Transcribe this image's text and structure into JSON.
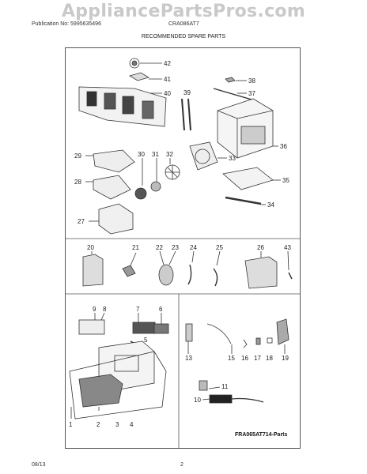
{
  "watermark": "AppliancePartsPros.com",
  "header": {
    "publication": "Publication No: 5995635496",
    "model": "CRA086AT7",
    "title": "RECOMMENDED SPARE PARTS"
  },
  "callouts": {
    "p1": "1",
    "p2": "2",
    "p3": "3",
    "p4": "4",
    "p5": "5",
    "p6": "6",
    "p7": "7",
    "p8": "8",
    "p9": "9",
    "p10": "10",
    "p11": "11",
    "p13": "13",
    "p15": "15",
    "p16": "16",
    "p17": "17",
    "p18": "18",
    "p19": "19",
    "p20": "20",
    "p21": "21",
    "p22": "22",
    "p23": "23",
    "p24": "24",
    "p25": "25",
    "p26": "26",
    "p27": "27",
    "p28": "28",
    "p29": "29",
    "p30": "30",
    "p31": "31",
    "p32": "32",
    "p33": "33",
    "p34": "34",
    "p35": "35",
    "p36": "36",
    "p37": "37",
    "p38": "38",
    "p39": "39",
    "p40": "40",
    "p41": "41",
    "p42": "42",
    "p43": "43"
  },
  "reference": "FRA065AT714-Parts",
  "footer": {
    "date": "08/13",
    "page": "2"
  }
}
